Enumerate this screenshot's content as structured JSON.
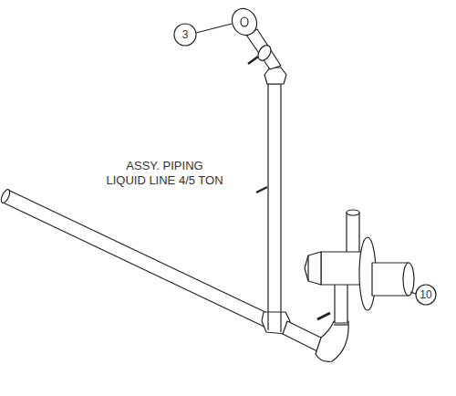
{
  "diagram": {
    "title": "ASSY. PIPING LIQUID LINE 4/5 TON",
    "labels": [
      "3",
      "10"
    ]
  }
}
